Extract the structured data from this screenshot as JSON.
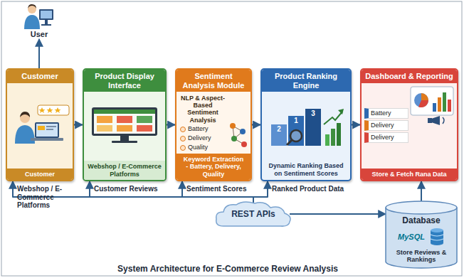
{
  "diagram": {
    "title": "System Architecture for E-Commerce Review Analysis",
    "nodes": [
      {
        "text": [
          "User"
        ]
      },
      {
        "text": [
          "Customer",
          "Customer"
        ]
      },
      {
        "text": [
          "Product Display Interface",
          "Webshop / E-Commerce Platforms"
        ]
      },
      {
        "text": [
          "Sentiment Analysis Module",
          "NLP & Aspect-Based Sentiment Analysis",
          "Battery",
          "Delivery",
          "Quality",
          "Keyword Extraction",
          "- Battery, Delivery, Quality"
        ]
      },
      {
        "text": [
          "Product Ranking Engine",
          "Dynamic Ranking Based on Sentiment Scores"
        ]
      },
      {
        "text": [
          "Dashboard & Reporting",
          "Battery",
          "Delivery",
          "Delivery",
          "Store & Fetch Rana Data"
        ]
      },
      {
        "text": [
          "REST APIs"
        ]
      },
      {
        "text": [
          "Database",
          "MySQL",
          "Store Reviews & Rankings"
        ]
      }
    ],
    "edges": [
      {
        "from": 1,
        "to": 0,
        "arrow": "to"
      },
      {
        "from": 1,
        "to": 2,
        "arrow": "to"
      },
      {
        "from": 2,
        "to": 3,
        "arrow": "to"
      },
      {
        "from": 3,
        "to": 4,
        "arrow": "to"
      },
      {
        "from": 4,
        "to": 5,
        "arrow": "to"
      },
      {
        "from": 7,
        "to": 5,
        "arrow": "to"
      },
      {
        "from": 6,
        "to": 1,
        "arrow": "to"
      },
      {
        "from": 6,
        "to": 2,
        "arrow": "to"
      },
      {
        "from": 6,
        "to": 3,
        "arrow": "to"
      },
      {
        "from": 6,
        "to": 4,
        "arrow": "to"
      },
      {
        "from": 6,
        "to": 7,
        "arrow": "to"
      }
    ],
    "labels": [
      "Webshop / E-Commerce Platforms",
      "Customer Reviews",
      "Sentiment Scores",
      "Ranked Product Data",
      "2",
      "1",
      "3"
    ]
  }
}
